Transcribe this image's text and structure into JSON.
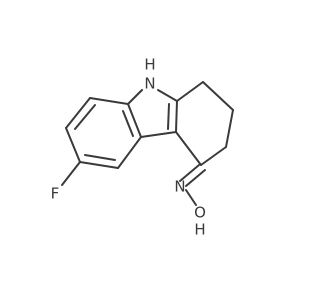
{
  "molecule": {
    "atoms": {
      "nh": "H\nN",
      "f": "F",
      "n_oxime": "N",
      "o": "O",
      "h": "H"
    },
    "atom_labels": {
      "nh_h": "H",
      "nh_n": "N",
      "f": "F",
      "n_oxime": "N",
      "o": "O",
      "h": "H"
    }
  }
}
